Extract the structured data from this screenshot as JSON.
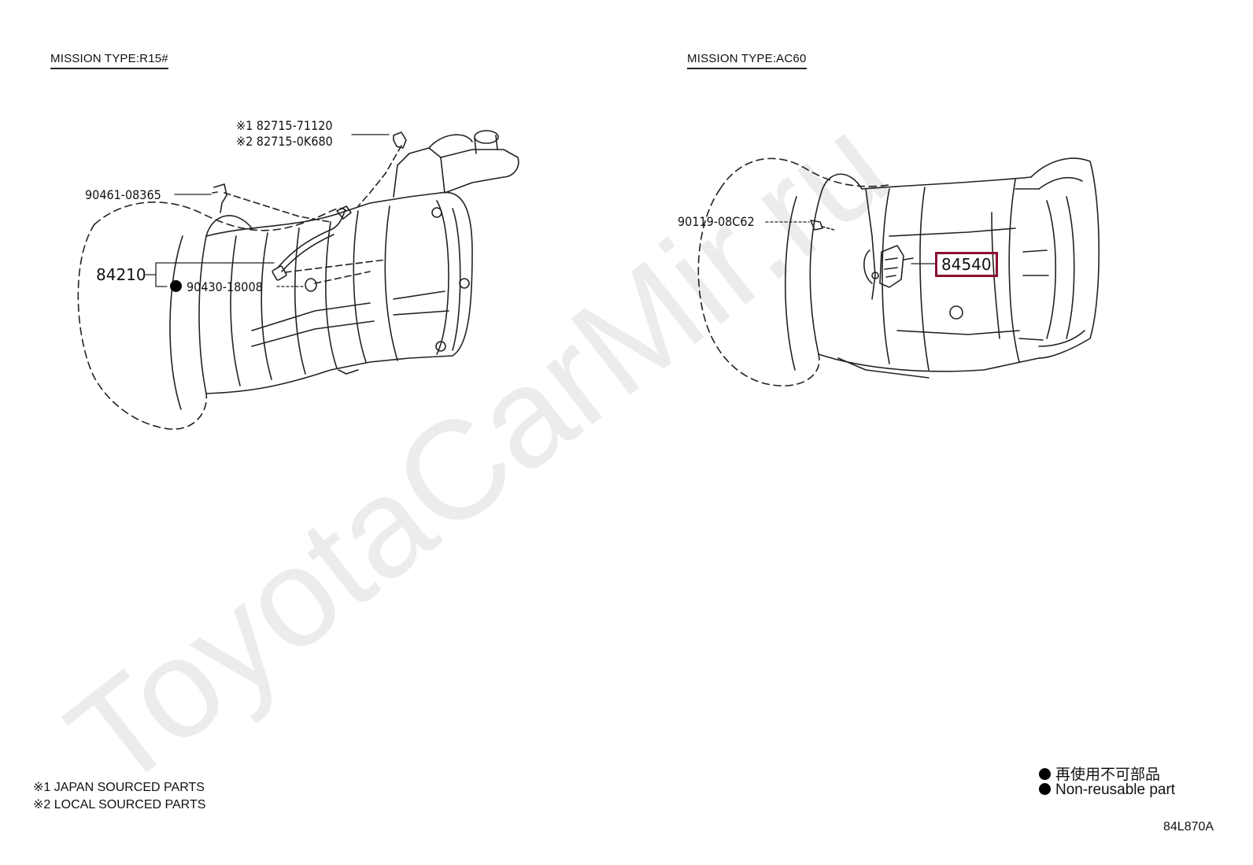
{
  "watermark": "ToyotaCarMir.ru",
  "left_section": {
    "title": "MISSION TYPE:R15#",
    "callouts": {
      "c1": "※1 82715-71120",
      "c2": "※2 82715-0K680",
      "clamp": "90461-08365",
      "sensor": "84210",
      "gasket": "90430-18008"
    }
  },
  "right_section": {
    "title": "MISSION TYPE:AC60",
    "callouts": {
      "bolt": "90119-08C62",
      "switch": "84540"
    }
  },
  "footnotes": {
    "n1": "※1 JAPAN SOURCED PARTS",
    "n2": "※2 LOCAL SOURCED PARTS"
  },
  "legend": {
    "jp": "再使用不可部品",
    "en": "Non-reusable part"
  },
  "diagram_code": "84L870A",
  "colors": {
    "highlight": "#8b1030",
    "watermark": "#ececec",
    "line": "#222222"
  }
}
